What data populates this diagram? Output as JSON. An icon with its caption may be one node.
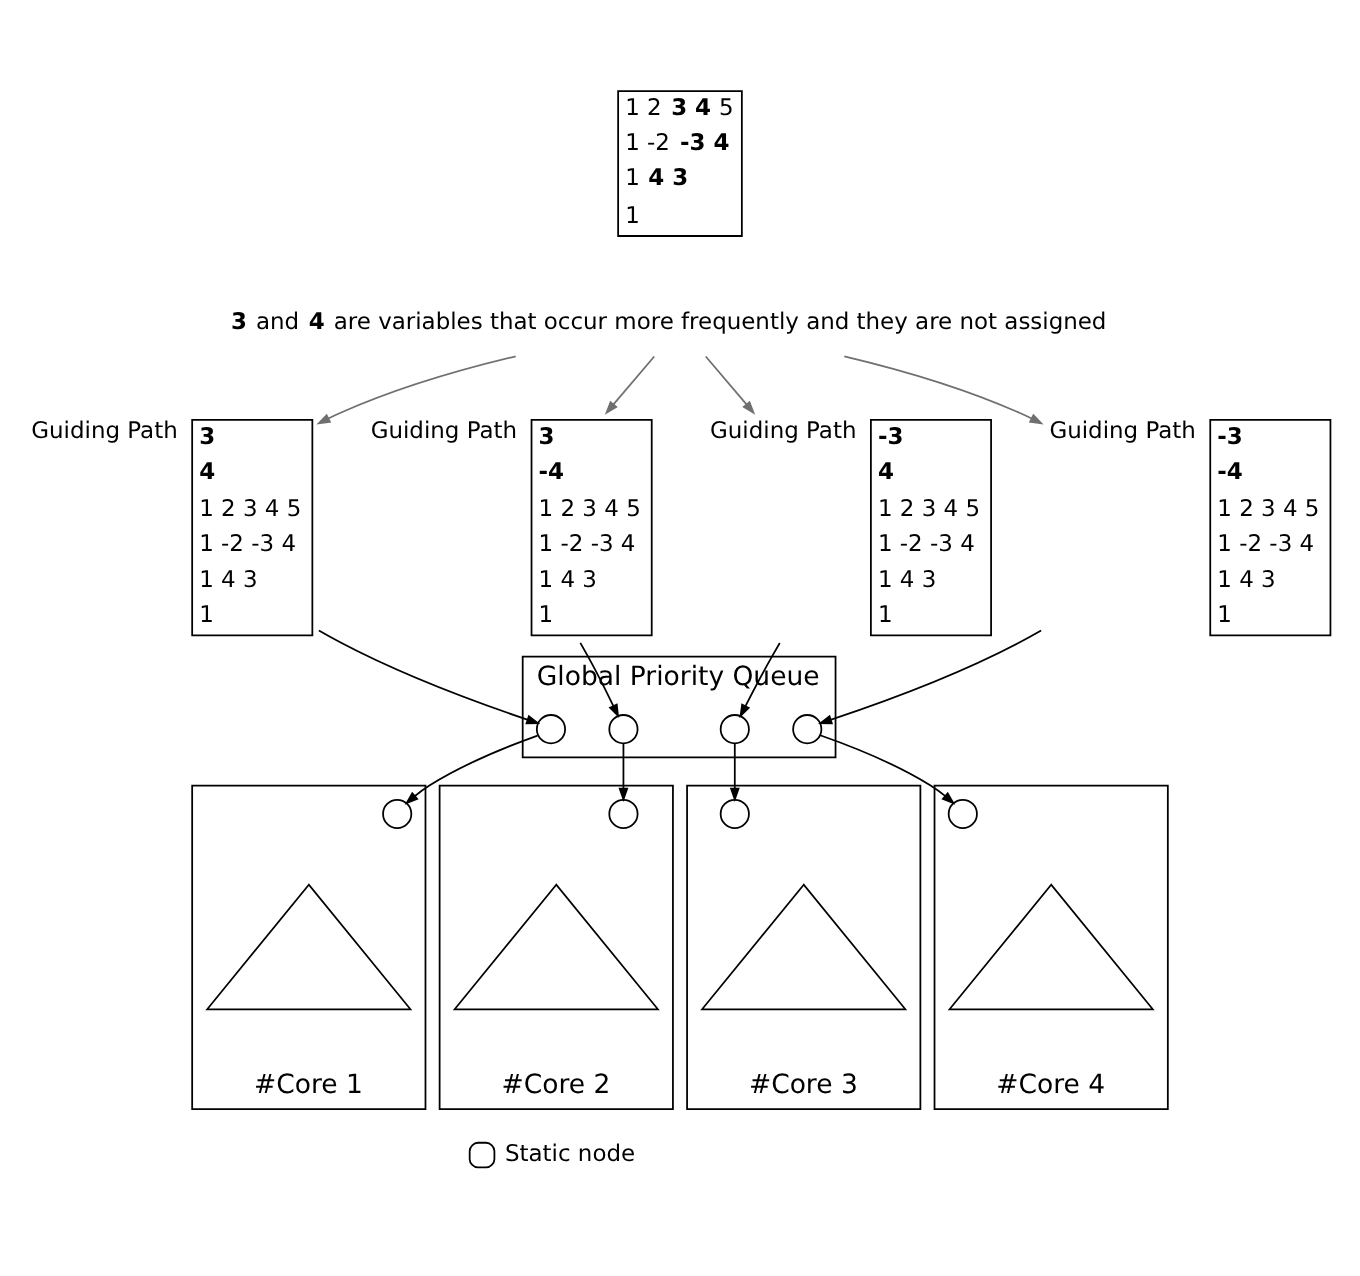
{
  "diagram": {
    "nodes": [
      {
        "text": [
          "1 2 **3 4** 5",
          "1 -2 **-3 4**",
          "1 **4 3**",
          "1"
        ]
      },
      {
        "text": [
          "**3** and **4** are variables that occur more frequently and they are not assigned"
        ]
      },
      {
        "text": [
          "3",
          "4",
          "1 2 3 4 5",
          "1 -2 -3 4",
          "1 4 3",
          "1"
        ],
        "beside": [
          "Guiding Path"
        ]
      },
      {
        "text": [
          "3",
          "-4",
          "1 2 3 4 5",
          "1 -2 -3 4",
          "1 4 3",
          "1"
        ],
        "beside": [
          "Guiding Path"
        ]
      },
      {
        "text": [
          "-3",
          "4",
          "1 2 3 4 5",
          "1 -2 -3 4",
          "1 4 3",
          "1"
        ],
        "beside": [
          "Guiding Path"
        ]
      },
      {
        "text": [
          "-3",
          "-4",
          "1 2 3 4 5",
          "1 -2 -3 4",
          "1 4 3",
          "1"
        ],
        "beside": [
          "Guiding Path"
        ]
      },
      {
        "text": [
          "Global Priority Queue"
        ]
      },
      {
        "text": [],
        "shape": "circle",
        "in": 6
      },
      {
        "text": [],
        "shape": "circle",
        "in": 6
      },
      {
        "text": [],
        "shape": "circle",
        "in": 6
      },
      {
        "text": [],
        "shape": "circle",
        "in": 6
      },
      {
        "text": [
          "#Core 1"
        ]
      },
      {
        "text": [],
        "shape": "circle",
        "in": 11
      },
      {
        "text": [],
        "shape": "triangle",
        "in": 11
      },
      {
        "text": [
          "#Core 2"
        ]
      },
      {
        "text": [],
        "shape": "circle",
        "in": 14
      },
      {
        "text": [],
        "shape": "triangle",
        "in": 14
      },
      {
        "text": [
          "#Core 3"
        ]
      },
      {
        "text": [],
        "shape": "circle",
        "in": 17
      },
      {
        "text": [],
        "shape": "triangle",
        "in": 17
      },
      {
        "text": [
          "#Core 4"
        ]
      },
      {
        "text": [],
        "shape": "circle",
        "in": 20
      },
      {
        "text": [],
        "shape": "triangle",
        "in": 20
      }
    ],
    "edges": [
      {
        "from": 1,
        "to": 2,
        "arrow": "to",
        "color": "#707070"
      },
      {
        "from": 1,
        "to": 3,
        "arrow": "to",
        "color": "#707070"
      },
      {
        "from": 1,
        "to": 4,
        "arrow": "to",
        "color": "#707070"
      },
      {
        "from": 1,
        "to": 5,
        "arrow": "to",
        "color": "#707070"
      },
      {
        "from": 2,
        "to": 7,
        "arrow": "to"
      },
      {
        "from": 3,
        "to": 8,
        "arrow": "to"
      },
      {
        "from": 4,
        "to": 9,
        "arrow": "to"
      },
      {
        "from": 5,
        "to": 10,
        "arrow": "to"
      },
      {
        "from": 7,
        "to": 12,
        "arrow": "to"
      },
      {
        "from": 8,
        "to": 15,
        "arrow": "to"
      },
      {
        "from": 9,
        "to": 18,
        "arrow": "to"
      },
      {
        "from": 10,
        "to": 21,
        "arrow": "to"
      }
    ],
    "legend": [
      {
        "text": "Static node"
      }
    ]
  }
}
